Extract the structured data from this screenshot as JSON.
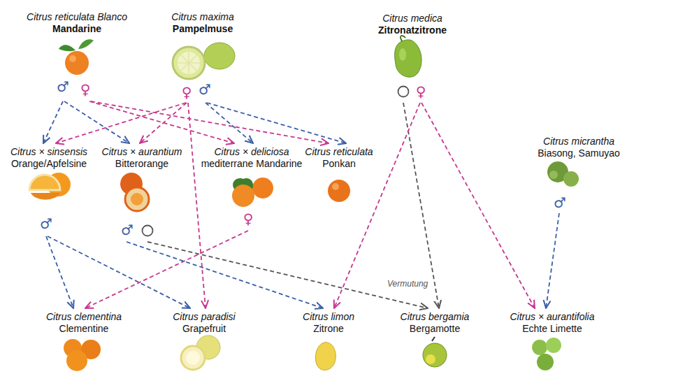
{
  "diagram": {
    "nodes": [
      {
        "text": [
          "Citrus reticulata Blanco",
          "Mandarine"
        ]
      },
      {
        "text": [
          "Citrus maxima",
          "Pampelmuse"
        ]
      },
      {
        "text": [
          "Citrus medica",
          "Zitronatzitrone"
        ]
      },
      {
        "text": [
          "Citrus × sinsensis",
          "Orange/Apfelsine"
        ]
      },
      {
        "text": [
          "Citrus × aurantium",
          "Bitterorange"
        ]
      },
      {
        "text": [
          "Citrus × deliciosa",
          "mediterrane Mandarine"
        ]
      },
      {
        "text": [
          "Citrus reticulata",
          "Ponkan"
        ]
      },
      {
        "text": [
          "Citrus micrantha",
          "Biasong, Samuyao"
        ]
      },
      {
        "text": [
          "Citrus clementina",
          "Clementine"
        ]
      },
      {
        "text": [
          "Citrus paradisi",
          "Grapefruit"
        ]
      },
      {
        "text": [
          "Citrus limon",
          "Zitrone"
        ]
      },
      {
        "text": [
          "Citrus bergamia",
          "Bergamotte"
        ]
      },
      {
        "text": [
          "Citrus × aurantifolia",
          "Echte Limette"
        ]
      }
    ],
    "edges": [
      {
        "from": 0,
        "to": 3,
        "arrow": "to"
      },
      {
        "from": 0,
        "to": 4,
        "arrow": "to"
      },
      {
        "from": 0,
        "to": 5,
        "arrow": "to"
      },
      {
        "from": 0,
        "to": 6,
        "arrow": "to"
      },
      {
        "from": 1,
        "to": 3,
        "arrow": "to"
      },
      {
        "from": 1,
        "to": 4,
        "arrow": "to"
      },
      {
        "from": 1,
        "to": 9,
        "arrow": "to"
      },
      {
        "from": 1,
        "to": 5,
        "arrow": "to"
      },
      {
        "from": 1,
        "to": 6,
        "arrow": "to"
      },
      {
        "from": 2,
        "to": 11,
        "arrow": "to"
      },
      {
        "from": 2,
        "to": 10,
        "arrow": "to"
      },
      {
        "from": 2,
        "to": 12,
        "arrow": "to"
      },
      {
        "from": 7,
        "to": 12,
        "arrow": "to"
      },
      {
        "from": 3,
        "to": 8,
        "arrow": "to"
      },
      {
        "from": 3,
        "to": 9,
        "arrow": "to"
      },
      {
        "from": 5,
        "to": 8,
        "arrow": "to"
      },
      {
        "from": 4,
        "to": 10,
        "arrow": "to"
      },
      {
        "from": 4,
        "to": 11,
        "arrow": "to",
        "label": "Vermutung"
      }
    ],
    "labels": [
      "♂",
      "♀",
      "♀",
      "♂",
      "♀",
      "♂",
      "♂",
      "♂",
      "♀"
    ]
  }
}
